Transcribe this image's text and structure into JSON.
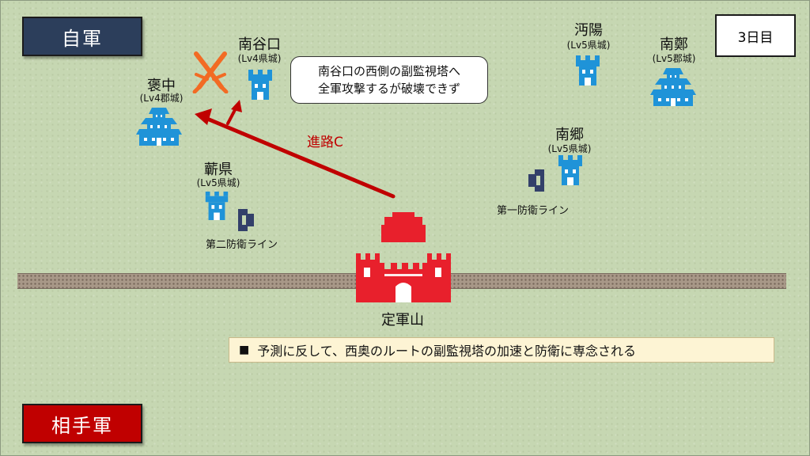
{
  "labels": {
    "self_army": "自軍",
    "enemy_army": "相手軍",
    "day": "3日目"
  },
  "route": {
    "label": "進路C",
    "color": "#c00000"
  },
  "callout": {
    "line1": "南谷口の西側の副監視塔へ",
    "line2": "全軍攻撃するが破壊できず"
  },
  "note": {
    "bullet": "■",
    "text": "予測に反して、西奥のルートの副監視塔の加速と防衛に専念される"
  },
  "castles": [
    {
      "id": "baozhong",
      "name": "褒中",
      "level": "(Lv4郡城)"
    },
    {
      "id": "nangukou",
      "name": "南谷口",
      "level": "(Lv4県城)"
    },
    {
      "id": "jinxian",
      "name": "蘄県",
      "level": "(Lv5県城)"
    },
    {
      "id": "mianyang",
      "name": "沔陽",
      "level": "(Lv5県城)"
    },
    {
      "id": "nanzheng",
      "name": "南鄭",
      "level": "(Lv5郡城)"
    },
    {
      "id": "nanxiang",
      "name": "南郷",
      "level": "(Lv5県城)"
    },
    {
      "id": "dingjunshan",
      "name": "定軍山",
      "level": ""
    }
  ],
  "defense_lines": {
    "first": "第一防衛ライン",
    "second": "第二防衛ライン"
  },
  "icons": {
    "battle": "crossed-swords-icon",
    "tower": "watchtower-icon",
    "castle": "castle-icon",
    "outpost": "outpost-icon"
  },
  "colors": {
    "ally": "#1f93d8",
    "enemy": "#e8202c",
    "battle": "#f26b24",
    "outpost": "#33406a"
  }
}
